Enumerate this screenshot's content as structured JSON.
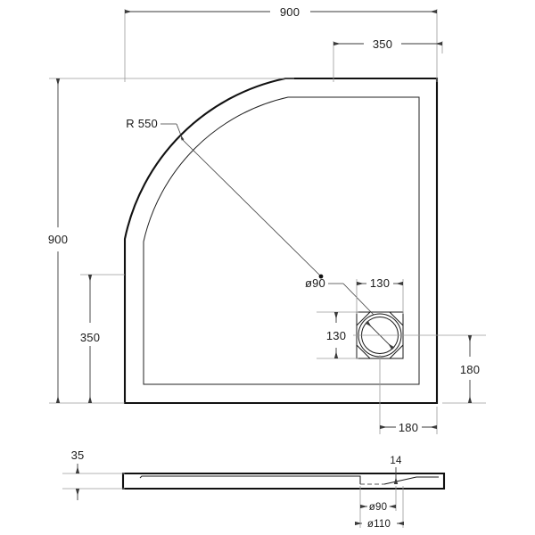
{
  "drawing": {
    "title": "Quadrant shower tray technical drawing",
    "units": "mm",
    "line_color": "#111111",
    "dimension_color": "#3a3a3a",
    "extension_color": "#9a9a9a",
    "background": "#ffffff",
    "views": [
      {
        "name": "plan-view",
        "label": ""
      },
      {
        "name": "section-view",
        "label": ""
      }
    ]
  },
  "plan": {
    "overall_width": "900",
    "overall_height": "900",
    "straight_top": "350",
    "straight_left": "350",
    "corner_radius": "R 550",
    "drain_diameter": "ø90",
    "drain_box_width": "130",
    "drain_box_height": "130",
    "drain_offset_right": "180",
    "drain_offset_bottom": "180"
  },
  "section": {
    "thickness": "35",
    "waste_lip": "14",
    "waste_bore": "ø90",
    "waste_outer": "ø110"
  },
  "labels": {
    "width_900": "900",
    "height_900": "900",
    "top_350": "350",
    "left_350": "350",
    "radius_550": "R 550",
    "drain_dia_90": "ø90",
    "box_130_horizontal": "130",
    "box_130_vertical": "130",
    "right_180": "180",
    "bottom_180": "180",
    "thickness_35": "35",
    "lip_14": "14",
    "bore_90": "ø90",
    "outer_110": "ø110"
  }
}
